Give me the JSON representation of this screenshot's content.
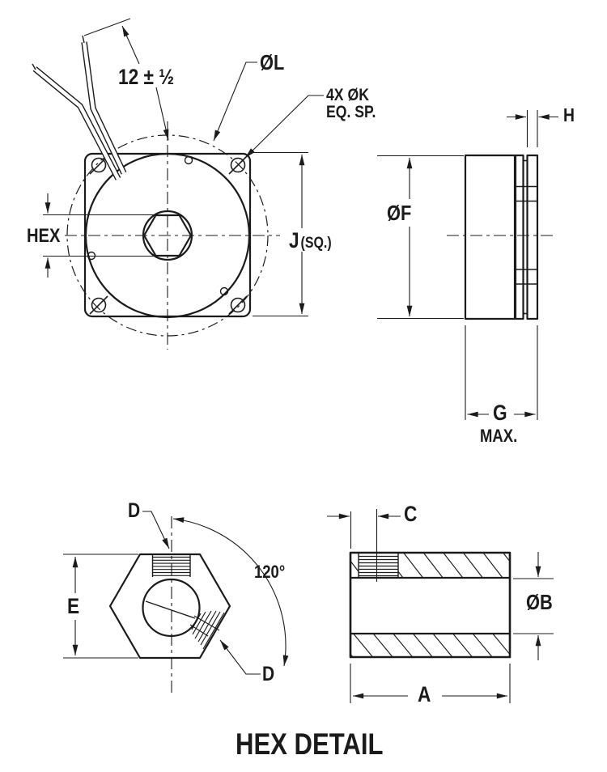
{
  "colors": {
    "ink": "#1b1b1b",
    "background": "#ffffff"
  },
  "drawing": {
    "title": "HEX DETAIL",
    "front_view": {
      "wire_length_dim": "12 ± ½",
      "lead_circle_dia": "ØL",
      "mounting_holes_line1": "4X ØK",
      "mounting_holes_line2": "EQ. SP.",
      "hex_label": "HEX",
      "square_dim": "J",
      "square_dim_suffix": "(SQ.)"
    },
    "side_view": {
      "flange_thickness_dim": "H",
      "body_dia_dim": "ØF",
      "depth_dim": "G",
      "depth_dim_suffix": "MAX."
    },
    "hex_detail": {
      "knurl_label_top": "D",
      "knurl_label_bottom": "D",
      "knurl_angle_dim": "120°",
      "across_flats_dim": "E",
      "knurl_depth_dim": "C",
      "bore_dia_dim": "ØB",
      "length_dim": "A"
    }
  }
}
